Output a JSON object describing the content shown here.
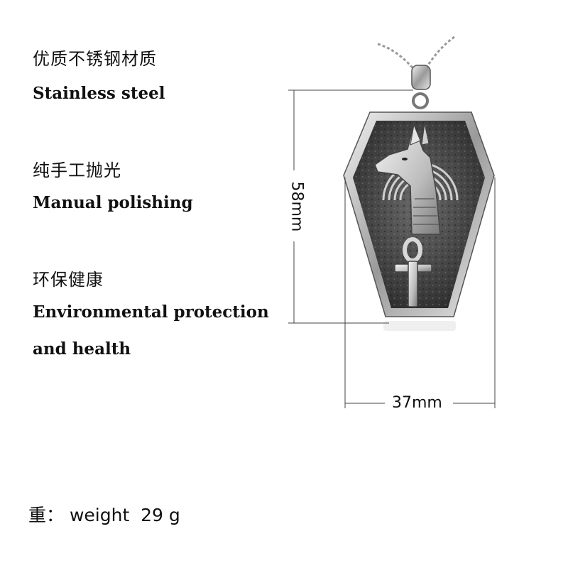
{
  "features": [
    {
      "cn": "优质不锈钢材质",
      "en": "Stainless steel"
    },
    {
      "cn": "纯手工抛光",
      "en": "Manual polishing"
    },
    {
      "cn": "环保健康",
      "en_line1": "Environmental protection",
      "en_line2": "and health"
    }
  ],
  "dimensions": {
    "height": "58mm",
    "width": "37mm"
  },
  "weight": {
    "label": "重：",
    "text": " weight  29 g"
  },
  "colors": {
    "steel_light": "#d9d9d9",
    "steel_mid": "#8a8a8a",
    "steel_dark": "#2e2e2e"
  },
  "icons": [
    "pendant-chain-image",
    "anubis-relief-icon",
    "ankh-icon"
  ]
}
